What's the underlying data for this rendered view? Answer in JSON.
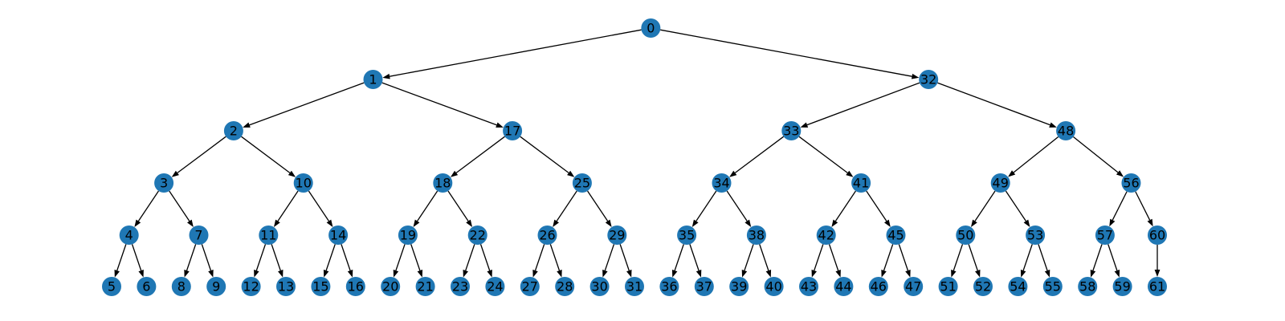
{
  "diagram": {
    "type": "directed-tree",
    "node_color": "#1f77b4",
    "edge_color": "#000000",
    "label_color": "#000000",
    "nodes": [
      {
        "id": 0,
        "label": "0"
      },
      {
        "id": 1,
        "label": "1"
      },
      {
        "id": 2,
        "label": "2"
      },
      {
        "id": 3,
        "label": "3"
      },
      {
        "id": 4,
        "label": "4"
      },
      {
        "id": 5,
        "label": "5"
      },
      {
        "id": 6,
        "label": "6"
      },
      {
        "id": 7,
        "label": "7"
      },
      {
        "id": 8,
        "label": "8"
      },
      {
        "id": 9,
        "label": "9"
      },
      {
        "id": 10,
        "label": "10"
      },
      {
        "id": 11,
        "label": "11"
      },
      {
        "id": 12,
        "label": "12"
      },
      {
        "id": 13,
        "label": "13"
      },
      {
        "id": 14,
        "label": "14"
      },
      {
        "id": 15,
        "label": "15"
      },
      {
        "id": 16,
        "label": "16"
      },
      {
        "id": 17,
        "label": "17"
      },
      {
        "id": 18,
        "label": "18"
      },
      {
        "id": 19,
        "label": "19"
      },
      {
        "id": 20,
        "label": "20"
      },
      {
        "id": 21,
        "label": "21"
      },
      {
        "id": 22,
        "label": "22"
      },
      {
        "id": 23,
        "label": "23"
      },
      {
        "id": 24,
        "label": "24"
      },
      {
        "id": 25,
        "label": "25"
      },
      {
        "id": 26,
        "label": "26"
      },
      {
        "id": 27,
        "label": "27"
      },
      {
        "id": 28,
        "label": "28"
      },
      {
        "id": 29,
        "label": "29"
      },
      {
        "id": 30,
        "label": "30"
      },
      {
        "id": 31,
        "label": "31"
      },
      {
        "id": 32,
        "label": "32"
      },
      {
        "id": 33,
        "label": "33"
      },
      {
        "id": 34,
        "label": "34"
      },
      {
        "id": 35,
        "label": "35"
      },
      {
        "id": 36,
        "label": "36"
      },
      {
        "id": 37,
        "label": "37"
      },
      {
        "id": 38,
        "label": "38"
      },
      {
        "id": 39,
        "label": "39"
      },
      {
        "id": 40,
        "label": "40"
      },
      {
        "id": 41,
        "label": "41"
      },
      {
        "id": 42,
        "label": "42"
      },
      {
        "id": 43,
        "label": "43"
      },
      {
        "id": 44,
        "label": "44"
      },
      {
        "id": 45,
        "label": "45"
      },
      {
        "id": 46,
        "label": "46"
      },
      {
        "id": 47,
        "label": "47"
      },
      {
        "id": 48,
        "label": "48"
      },
      {
        "id": 49,
        "label": "49"
      },
      {
        "id": 50,
        "label": "50"
      },
      {
        "id": 51,
        "label": "51"
      },
      {
        "id": 52,
        "label": "52"
      },
      {
        "id": 53,
        "label": "53"
      },
      {
        "id": 54,
        "label": "54"
      },
      {
        "id": 55,
        "label": "55"
      },
      {
        "id": 56,
        "label": "56"
      },
      {
        "id": 57,
        "label": "57"
      },
      {
        "id": 58,
        "label": "58"
      },
      {
        "id": 59,
        "label": "59"
      },
      {
        "id": 60,
        "label": "60"
      },
      {
        "id": 61,
        "label": "61"
      }
    ],
    "edges": [
      [
        0,
        1
      ],
      [
        0,
        32
      ],
      [
        1,
        2
      ],
      [
        1,
        17
      ],
      [
        2,
        3
      ],
      [
        2,
        10
      ],
      [
        3,
        4
      ],
      [
        3,
        7
      ],
      [
        4,
        5
      ],
      [
        4,
        6
      ],
      [
        7,
        8
      ],
      [
        7,
        9
      ],
      [
        10,
        11
      ],
      [
        10,
        14
      ],
      [
        11,
        12
      ],
      [
        11,
        13
      ],
      [
        14,
        15
      ],
      [
        14,
        16
      ],
      [
        17,
        18
      ],
      [
        17,
        25
      ],
      [
        18,
        19
      ],
      [
        18,
        22
      ],
      [
        19,
        20
      ],
      [
        19,
        21
      ],
      [
        22,
        23
      ],
      [
        22,
        24
      ],
      [
        25,
        26
      ],
      [
        25,
        29
      ],
      [
        26,
        27
      ],
      [
        26,
        28
      ],
      [
        29,
        30
      ],
      [
        29,
        31
      ],
      [
        32,
        33
      ],
      [
        32,
        48
      ],
      [
        33,
        34
      ],
      [
        33,
        41
      ],
      [
        34,
        35
      ],
      [
        34,
        38
      ],
      [
        35,
        36
      ],
      [
        35,
        37
      ],
      [
        38,
        39
      ],
      [
        38,
        40
      ],
      [
        41,
        42
      ],
      [
        41,
        45
      ],
      [
        42,
        43
      ],
      [
        42,
        44
      ],
      [
        45,
        46
      ],
      [
        45,
        47
      ],
      [
        48,
        49
      ],
      [
        48,
        56
      ],
      [
        49,
        50
      ],
      [
        49,
        53
      ],
      [
        50,
        51
      ],
      [
        50,
        52
      ],
      [
        53,
        54
      ],
      [
        53,
        55
      ],
      [
        56,
        57
      ],
      [
        56,
        60
      ],
      [
        57,
        58
      ],
      [
        57,
        59
      ],
      [
        60,
        61
      ]
    ]
  }
}
